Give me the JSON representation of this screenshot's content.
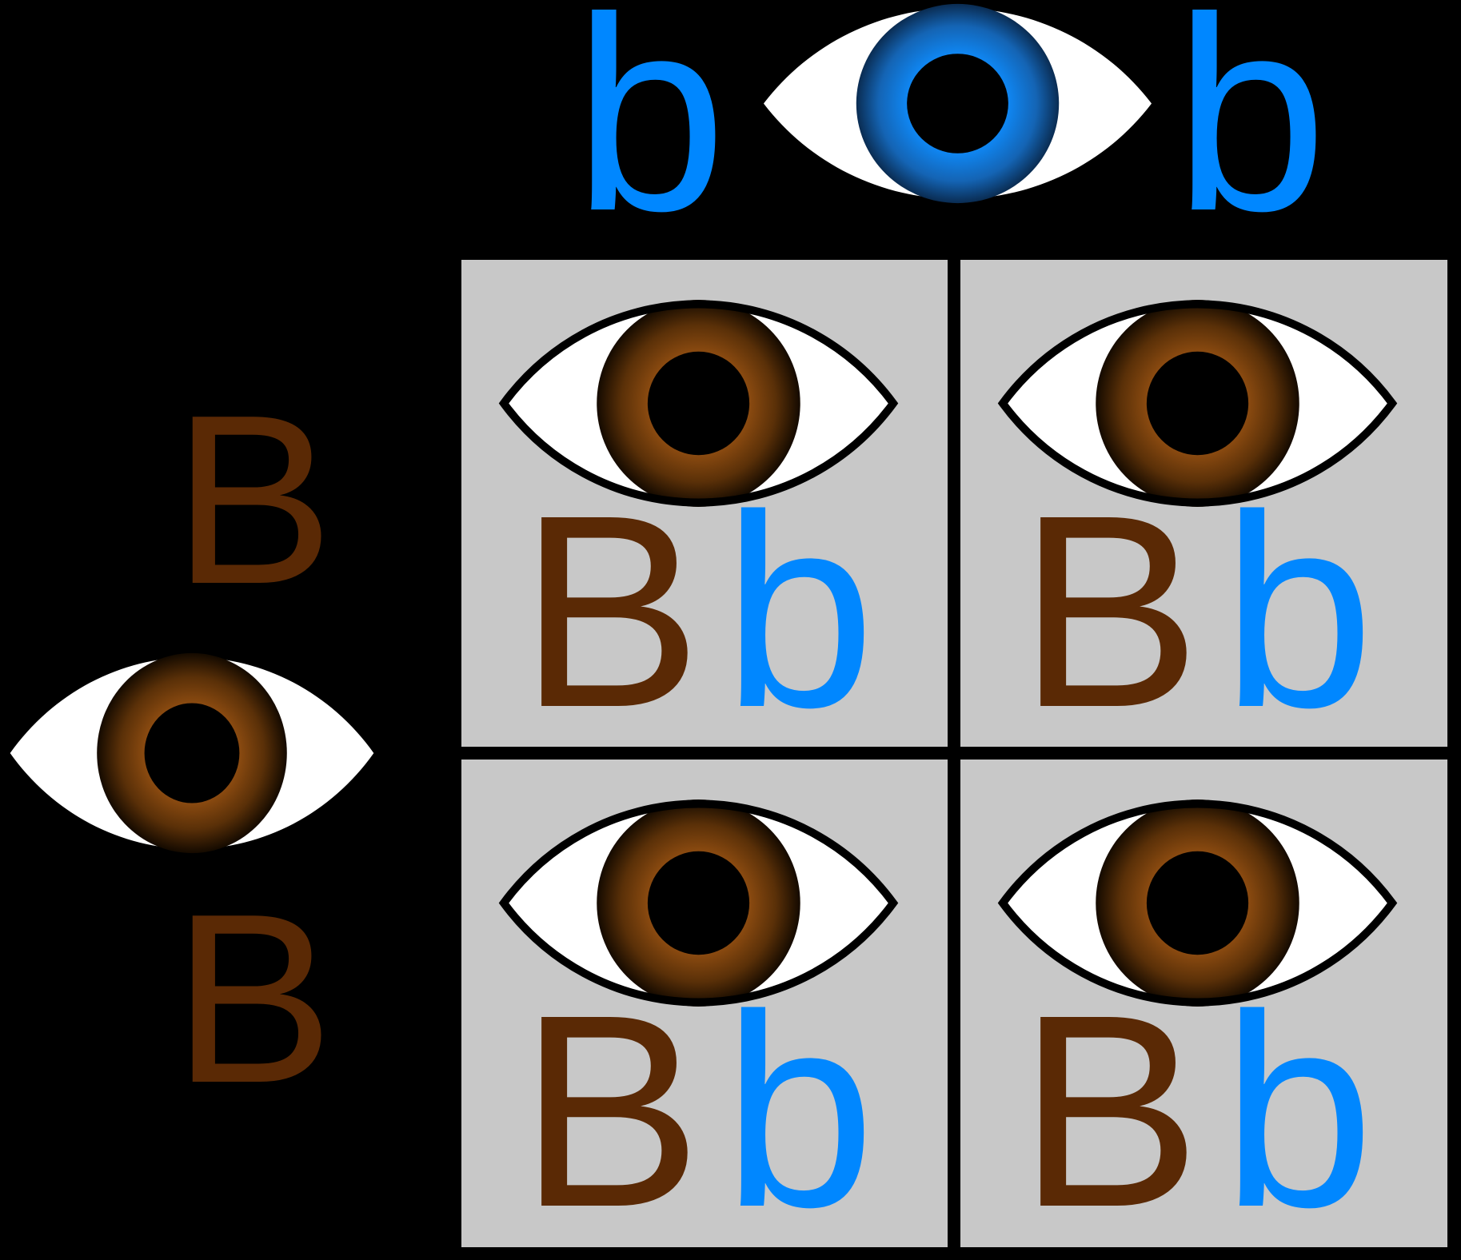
{
  "figure": {
    "type": "punnett-square",
    "description": "Punnett square showing eye color cross: blue-eyed parent (bb) across top, brown-eyed parent (BB) at left, all four offspring Bb with brown eyes"
  },
  "colors": {
    "background": "#000000",
    "cell_background": "#c8c8c8",
    "grid_gap": "#000000",
    "allele_dominant_brown": "#5a2905",
    "allele_recessive_blue": "#0087ff",
    "eye_white": "#ffffff",
    "eye_outline": "#000000",
    "pupil": "#000000",
    "iris_brown_inner": "#8a4a10",
    "iris_brown_outer": "#140a00",
    "iris_blue_inner": "#0f86f2",
    "iris_blue_outer": "#0a2c52"
  },
  "top_parent": {
    "phenotype": "blue eyes",
    "eye_icon": "blue-eye-icon",
    "alleles": [
      "b",
      "b"
    ]
  },
  "left_parent": {
    "phenotype": "brown eyes",
    "eye_icon": "brown-eye-icon",
    "alleles": [
      "B",
      "B"
    ]
  },
  "grid": {
    "rows": 2,
    "cols": 2,
    "cells": [
      {
        "genotype": [
          "B",
          "b"
        ],
        "phenotype": "brown eyes",
        "eye_icon": "brown-eye-icon"
      },
      {
        "genotype": [
          "B",
          "b"
        ],
        "phenotype": "brown eyes",
        "eye_icon": "brown-eye-icon"
      },
      {
        "genotype": [
          "B",
          "b"
        ],
        "phenotype": "brown eyes",
        "eye_icon": "brown-eye-icon"
      },
      {
        "genotype": [
          "B",
          "b"
        ],
        "phenotype": "brown eyes",
        "eye_icon": "brown-eye-icon"
      }
    ]
  }
}
